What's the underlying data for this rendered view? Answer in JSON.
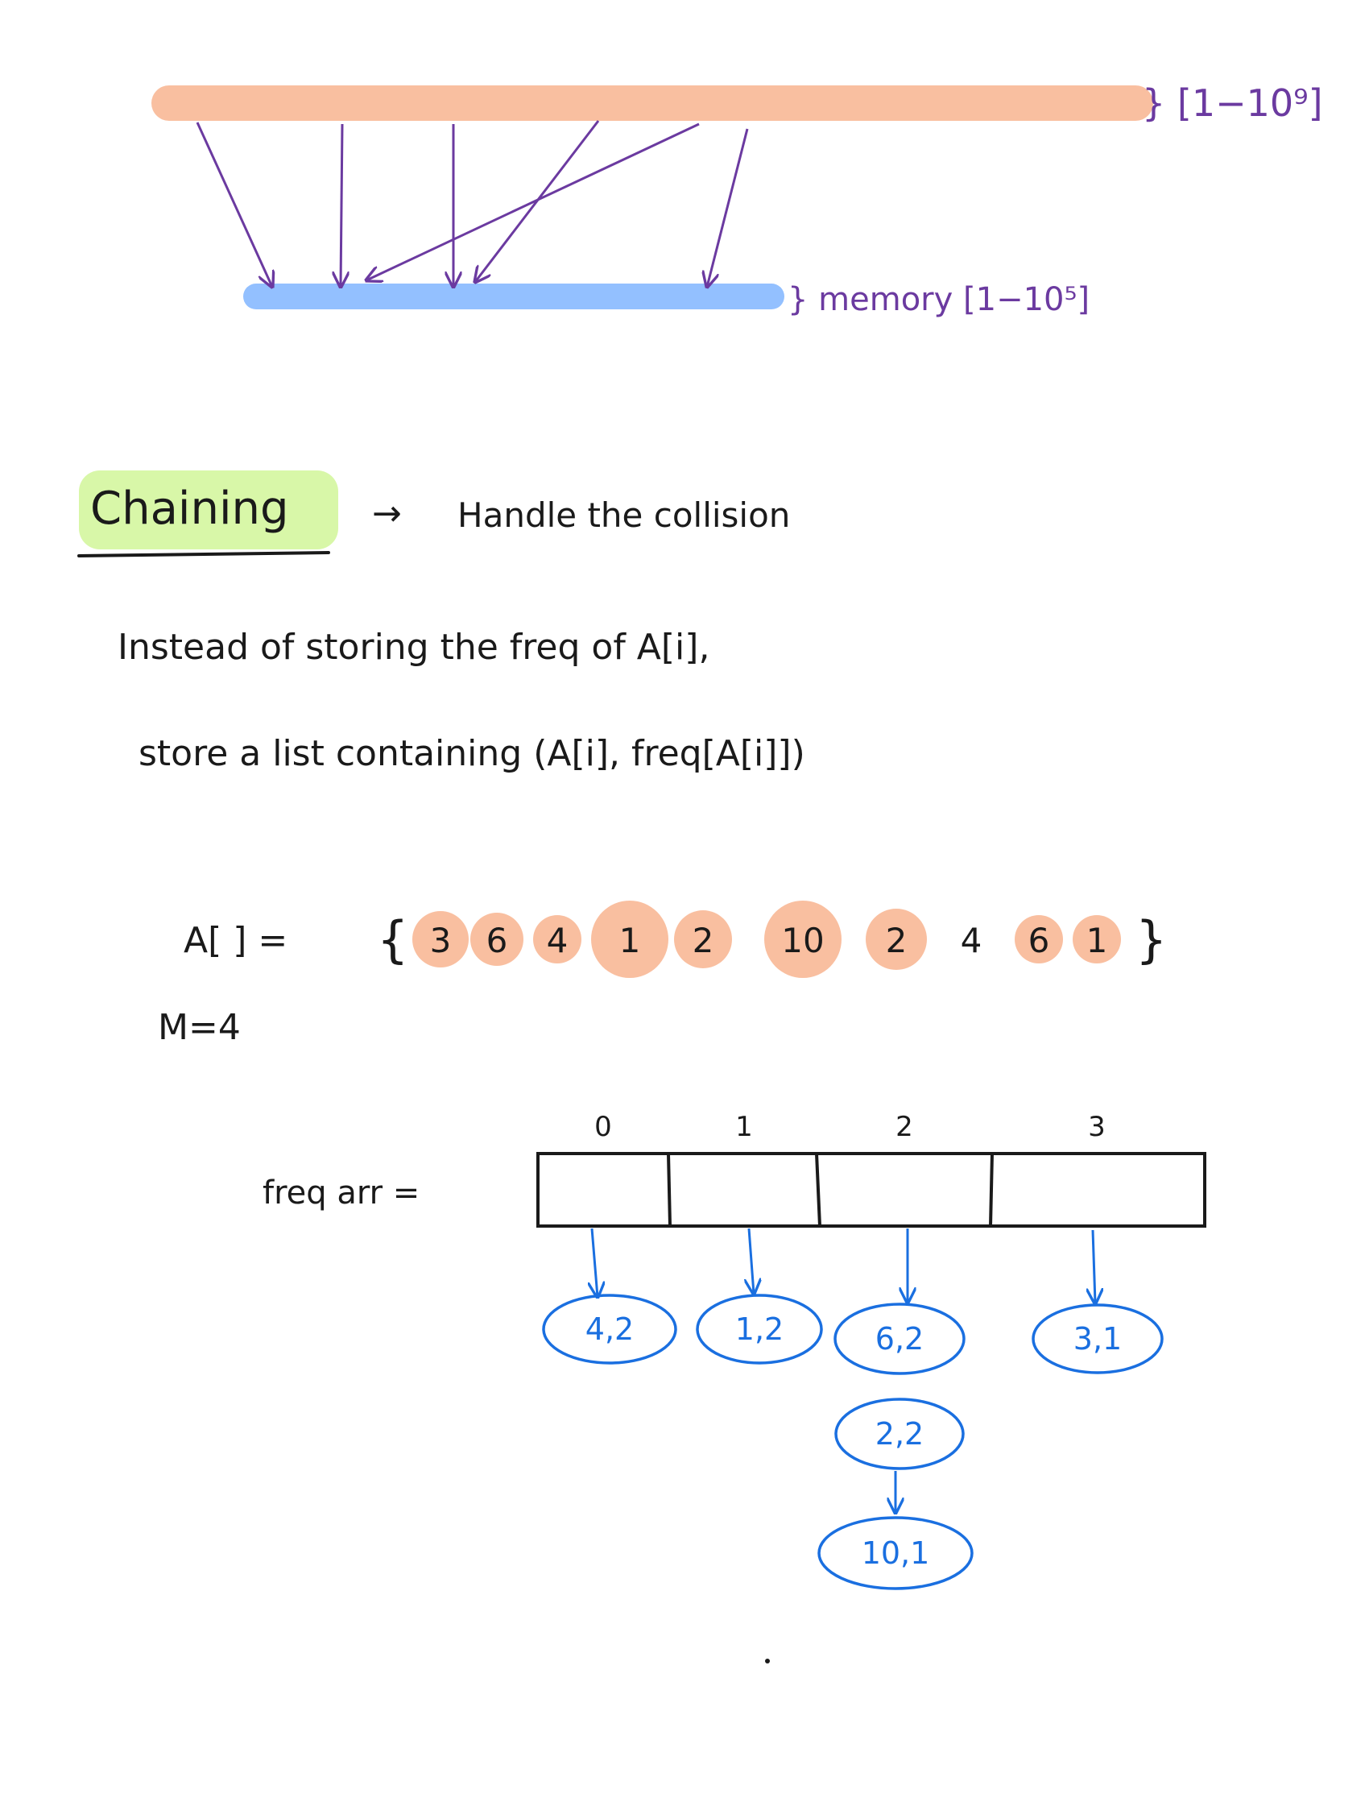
{
  "colors": {
    "ink": "#1a1a1a",
    "purple": "#6b3aa0",
    "orange_band": "#f9bfa0",
    "blue_band": "#93c0ff",
    "highlight": "#d8f7a8",
    "blue_ink": "#1a6fe0"
  },
  "top": {
    "upper_label": "} [1−10⁹]",
    "lower_label": "} memory [1−10⁵]"
  },
  "heading": {
    "title": "Chaining",
    "arrow": "→",
    "description": "Handle the collision"
  },
  "text": {
    "line1": "Instead of storing the freq of A[i],",
    "line2": "store a list containing (A[i], freq[A[i]])"
  },
  "array": {
    "label": "A[ ] =",
    "open": "{",
    "close": "}",
    "values": [
      "3",
      "6",
      "4",
      "1",
      "2",
      "10",
      "2",
      "4",
      "6",
      "1"
    ]
  },
  "modulus": "M=4",
  "freq": {
    "label": "freq arr =",
    "indices": [
      "0",
      "1",
      "2",
      "3"
    ],
    "chains": [
      [
        "4,2"
      ],
      [
        "1,2"
      ],
      [
        "6,2",
        "2,2",
        "10,1"
      ],
      [
        "3,1"
      ]
    ]
  }
}
